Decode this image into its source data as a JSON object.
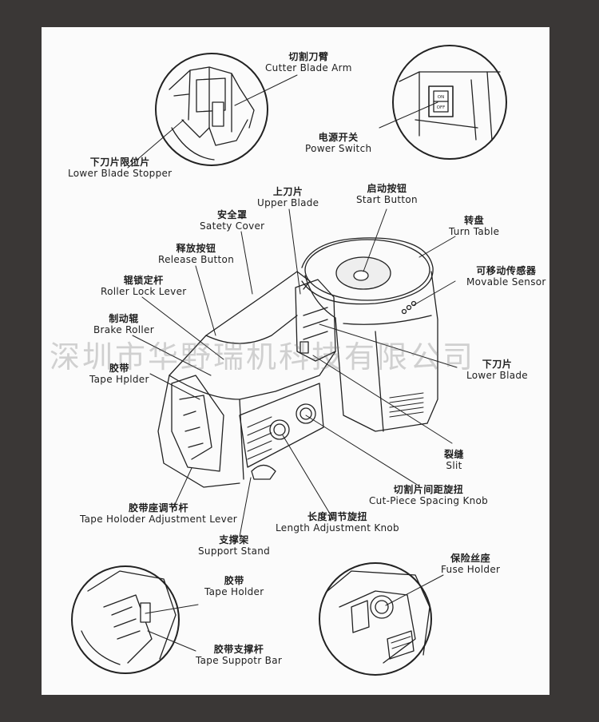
{
  "watermark": "深圳市华野瑞机科技有限公司",
  "switch": {
    "on": "ON",
    "off": "OFF"
  },
  "labels": {
    "cutter_blade_arm": {
      "zh": "切割刀臂",
      "en": "Cutter Blade Arm"
    },
    "power_switch": {
      "zh": "电源开关",
      "en": "Power Switch"
    },
    "lower_blade_stopper": {
      "zh": "下刀片限位片",
      "en": "Lower Blade Stopper"
    },
    "upper_blade": {
      "zh": "上刀片",
      "en": "Upper Blade"
    },
    "start_button": {
      "zh": "启动按钮",
      "en": "Start Button"
    },
    "safety_cover": {
      "zh": "安全罩",
      "en": "Satety Cover"
    },
    "turn_table": {
      "zh": "转盘",
      "en": "Turn Table"
    },
    "release_button": {
      "zh": "释放按钮",
      "en": "Release Button"
    },
    "movable_sensor": {
      "zh": "可移动传感器",
      "en": "Movable Sensor"
    },
    "roller_lock_lever": {
      "zh": "辊锁定杆",
      "en": "Roller Lock Lever"
    },
    "brake_roller": {
      "zh": "制动辊",
      "en": "Brake Roller"
    },
    "lower_blade": {
      "zh": "下刀片",
      "en": "Lower Blade"
    },
    "tape_holder_main": {
      "zh": "胶带",
      "en": "Tape Hplder"
    },
    "slit": {
      "zh": "裂缝",
      "en": "Slit"
    },
    "cut_piece_spacing_knob": {
      "zh": "切割片间距旋扭",
      "en": "Cut-Piece Spacing Knob"
    },
    "tape_holder_adjustment_lever": {
      "zh": "胶带座调节杆",
      "en": "Tape Holoder Adjustment Lever"
    },
    "length_adjustment_knob": {
      "zh": "长度调节旋扭",
      "en": "Length Adjustment Knob"
    },
    "support_stand": {
      "zh": "支撑架",
      "en": "Support Stand"
    },
    "tape_holder_detail": {
      "zh": "胶带",
      "en": "Tape Holder"
    },
    "fuse_holder": {
      "zh": "保险丝座",
      "en": "Fuse Holder"
    },
    "tape_support_bar": {
      "zh": "胶带支撑杆",
      "en": "Tape Suppotr Bar"
    }
  }
}
